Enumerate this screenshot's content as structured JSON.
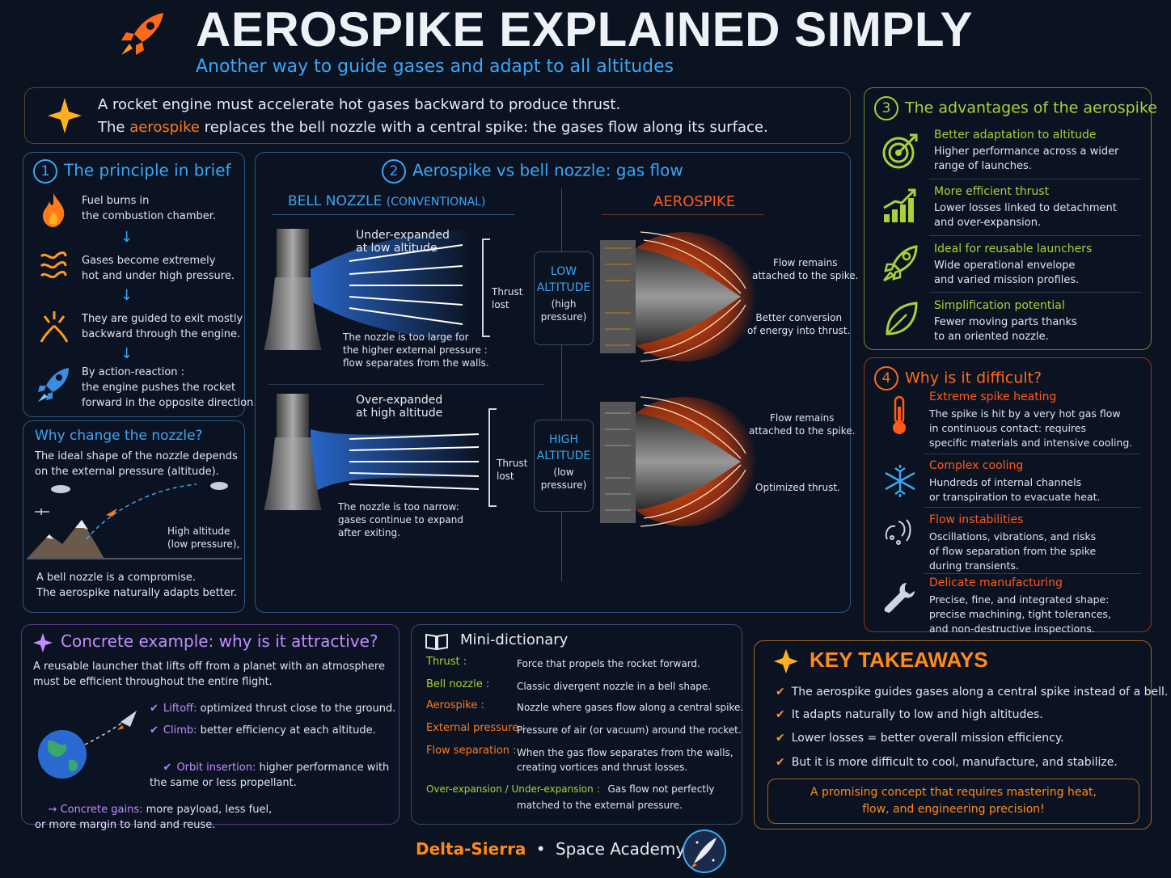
{
  "header": {
    "title": "AEROSPIKE EXPLAINED SIMPLY",
    "subtitle": "Another way to guide gases and adapt to all altitudes"
  },
  "intro": {
    "line1": "A rocket engine must accelerate hot gases backward to produce thrust.",
    "line2_pre": "The ",
    "line2_highlight": "aerospike",
    "line2_post": " replaces the bell nozzle with a central spike: the gases flow along its surface."
  },
  "principle": {
    "number": "1",
    "title": "The principle in brief",
    "steps": [
      "Fuel burns in\nthe combustion chamber.",
      "Gases become extremely\nhot and under high pressure.",
      "They are guided to exit mostly\nbackward through the engine.",
      "By action-reaction :\nthe engine pushes the rocket\nforward in the opposite direction."
    ]
  },
  "why_change": {
    "title": "Why change the nozzle?",
    "text": "The ideal shape of the nozzle depends\non the external pressure (altitude).",
    "label_high": "High altitude\n(low pressure),",
    "conclusion": "A bell nozzle is a compromise.\nThe aerospike naturally adapts better."
  },
  "comparison": {
    "number": "2",
    "title": "Aerospike vs bell nozzle: gas flow",
    "bell_header": "BELL NOZZLE",
    "bell_header_sub": "(CONVENTIONAL)",
    "aero_header": "AEROSPIKE",
    "low": {
      "bell_label": "Under-expanded\nat low altitude",
      "thrust_lost": "Thrust\nlost",
      "bell_note": "The nozzle is too large for\nthe higher external pressure :\nflow separates from the walls.",
      "alt_title": "LOW\nALTITUDE",
      "alt_sub": "(high\npressure)",
      "aero_note1": "Flow remains\nattached to the spike.",
      "aero_note2": "Better conversion\nof energy into thrust."
    },
    "high": {
      "bell_label": "Over-expanded\nat high altitude",
      "thrust_lost": "Thrust\nlost",
      "bell_note": "The nozzle is too narrow:\ngases continue to expand\nafter exiting.",
      "alt_title": "HIGH\nALTITUDE",
      "alt_sub": "(low\npressure)",
      "aero_note1": "Flow remains\nattached to the spike.",
      "aero_note2": "Optimized thrust."
    }
  },
  "advantages": {
    "number": "3",
    "title": "The advantages of the aerospike",
    "items": [
      {
        "icon": "target-icon",
        "title": "Better adaptation to altitude",
        "text": "Higher performance across a wider\nrange of launches."
      },
      {
        "icon": "growth-chart-icon",
        "title": "More efficient thrust",
        "text": "Lower losses linked to detachment\nand over-expansion."
      },
      {
        "icon": "rocket-icon",
        "title": "Ideal for reusable launchers",
        "text": "Wide operational envelope\nand varied mission profiles."
      },
      {
        "icon": "leaf-icon",
        "title": "Simplification potential",
        "text": "Fewer moving parts thanks\nto an oriented nozzle."
      }
    ]
  },
  "difficulties": {
    "number": "4",
    "title": "Why is it difficult?",
    "items": [
      {
        "icon": "thermometer-icon",
        "title": "Extreme spike heating",
        "text": "The spike is hit by a very hot gas flow\nin continuous contact: requires\nspecific materials and intensive cooling."
      },
      {
        "icon": "snowflake-icon",
        "title": "Complex cooling",
        "text": "Hundreds of internal channels\nor transpiration to evacuate heat."
      },
      {
        "icon": "turbulence-icon",
        "title": "Flow instabilities",
        "text": "Oscillations, vibrations, and risks\nof flow separation from the spike\nduring transients."
      },
      {
        "icon": "wrench-icon",
        "title": "Delicate manufacturing",
        "text": "Precise, fine, and integrated shape:\nprecise machining, tight tolerances,\nand non-destructive inspections."
      }
    ]
  },
  "example": {
    "title": "Concrete example: why is it attractive?",
    "intro": "A reusable launcher that lifts off from a planet with an atmosphere\nmust be efficient throughout the entire flight.",
    "items": [
      {
        "label": "Liftoff:",
        "text": " optimized thrust close to the ground."
      },
      {
        "label": "Climb:",
        "text": " better efficiency at each altitude."
      },
      {
        "label": "Orbit insertion:",
        "text": " higher performance with\nthe same or less propellant."
      }
    ],
    "gains_label": "Concrete gains:",
    "gains_text": " more payload, less fuel,\nor more margin to land and reuse."
  },
  "dictionary": {
    "title": "Mini-dictionary",
    "entries": [
      {
        "term": "Thrust :",
        "color": "#a8d13a",
        "def": "Force that propels the rocket forward."
      },
      {
        "term": "Bell nozzle :",
        "color": "#a8d13a",
        "def": "Classic divergent nozzle in a bell shape."
      },
      {
        "term": "Aerospike :",
        "color": "#ff7a1a",
        "def": "Nozzle where gases flow along a central spike."
      },
      {
        "term": "External pressure :",
        "color": "#ff7a1a",
        "def": "Pressure of air (or vacuum) around the rocket."
      },
      {
        "term": "Flow separation :",
        "color": "#ff7a1a",
        "def": "When the gas flow separates from the walls,\ncreating vortices and thrust losses."
      }
    ],
    "last_term": "Over-expansion / Under-expansion :",
    "last_def": "Gas flow not perfectly",
    "last_def2": "matched to the external pressure."
  },
  "takeaways": {
    "title": "KEY TAKEAWAYS",
    "items": [
      "The aerospike guides gases along a central spike instead of a bell.",
      "It adapts naturally to low and high altitudes.",
      "Lower losses = better overall mission efficiency.",
      "But it is more difficult to cool, manufacture, and stabilize."
    ],
    "conclusion": "A promising concept that requires mastering heat,\nflow, and engineering precision!"
  },
  "footer": {
    "brand": "Delta-Sierra",
    "dot": "•",
    "academy": "Space Academy"
  },
  "colors": {
    "blue": "#3aa7f5",
    "green": "#a8d13a",
    "orange": "#ff6a1a",
    "purple": "#c38cff",
    "gold": "#ffb020"
  }
}
